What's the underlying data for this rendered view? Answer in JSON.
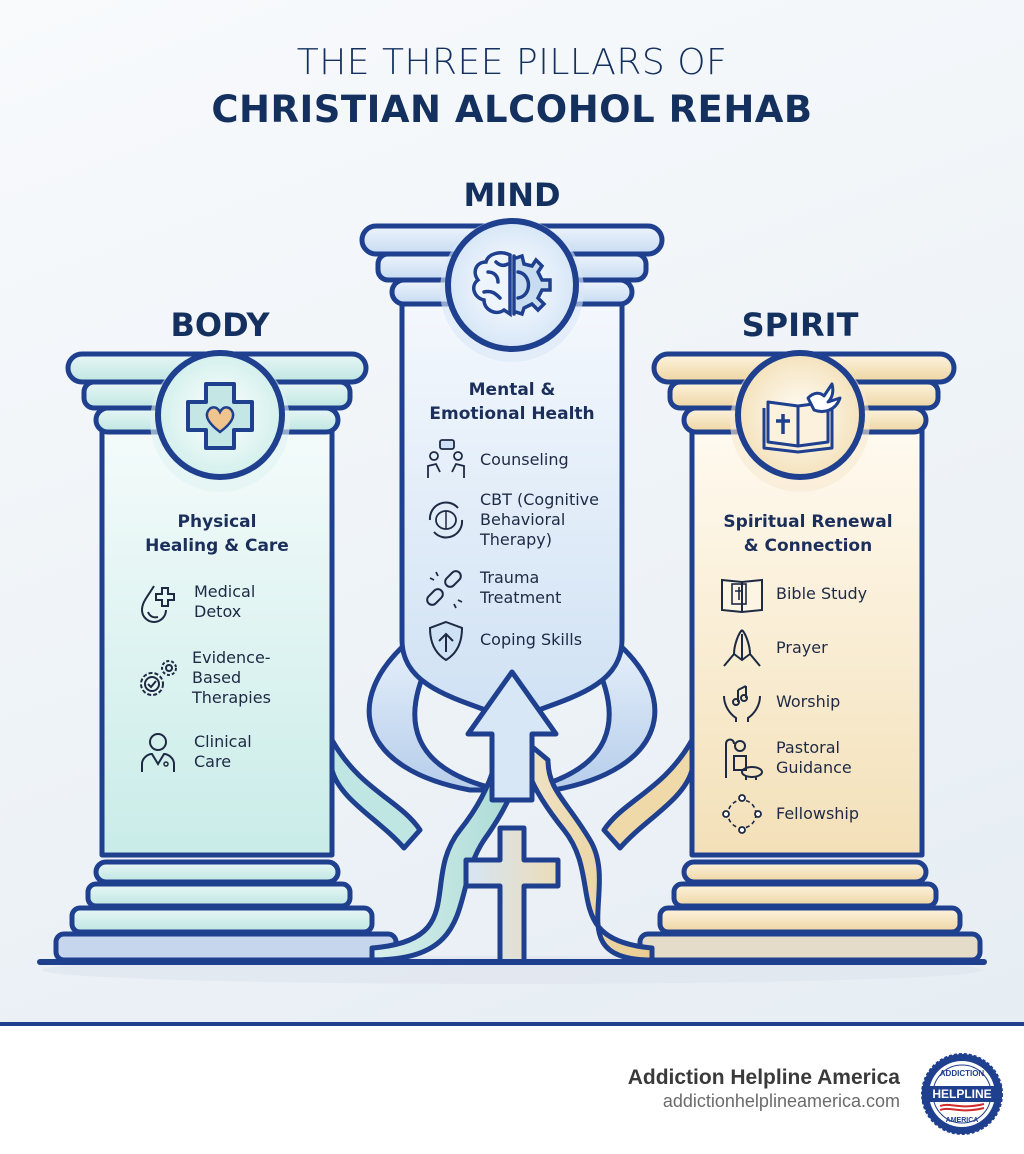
{
  "title": {
    "line1": "THE THREE PILLARS OF",
    "line2": "CHRISTIAN ALCOHOL REHAB"
  },
  "colors": {
    "navy": "#1f3f8f",
    "text": "#14305e",
    "body_tint": "#cfeeea",
    "mind_tint": "#cfe2f5",
    "spirit_tint": "#f5e3bd",
    "heart": "#f0c48d"
  },
  "pillars": {
    "body": {
      "name": "BODY",
      "icon": "medical-cross-heart-icon",
      "subtitle": "Physical\nHealing & Care",
      "items": [
        {
          "icon": "drop-plus-icon",
          "label": "Medical\nDetox"
        },
        {
          "icon": "gears-check-icon",
          "label": "Evidence-\nBased\nTherapies"
        },
        {
          "icon": "doctor-icon",
          "label": "Clinical\nCare"
        }
      ]
    },
    "mind": {
      "name": "MIND",
      "icon": "brain-gear-icon",
      "subtitle": "Mental &\nEmotional Health",
      "items": [
        {
          "icon": "counseling-icon",
          "label": "Counseling"
        },
        {
          "icon": "brain-cycle-icon",
          "label": "CBT (Cognitive\nBehavioral\nTherapy)"
        },
        {
          "icon": "broken-chain-icon",
          "label": "Trauma\nTreatment"
        },
        {
          "icon": "shield-arrow-icon",
          "label": "Coping Skills"
        }
      ]
    },
    "spirit": {
      "name": "SPIRIT",
      "icon": "bible-dove-icon",
      "subtitle": "Spiritual Renewal\n& Connection",
      "items": [
        {
          "icon": "bible-icon",
          "label": "Bible Study"
        },
        {
          "icon": "praying-hands-icon",
          "label": "Prayer"
        },
        {
          "icon": "worship-hands-icon",
          "label": "Worship"
        },
        {
          "icon": "shepherd-icon",
          "label": "Pastoral\nGuidance"
        },
        {
          "icon": "fellowship-circle-icon",
          "label": "Fellowship"
        }
      ]
    }
  },
  "center_symbols": {
    "arrow": "upward-arrow-icon",
    "cross": "cross-icon"
  },
  "footer": {
    "brand": "Addiction Helpline America",
    "url": "addictionhelplineamerica.com",
    "badge_top": "ADDICTION",
    "badge_mid": "HELPLINE",
    "badge_bottom": "AMERICA"
  }
}
